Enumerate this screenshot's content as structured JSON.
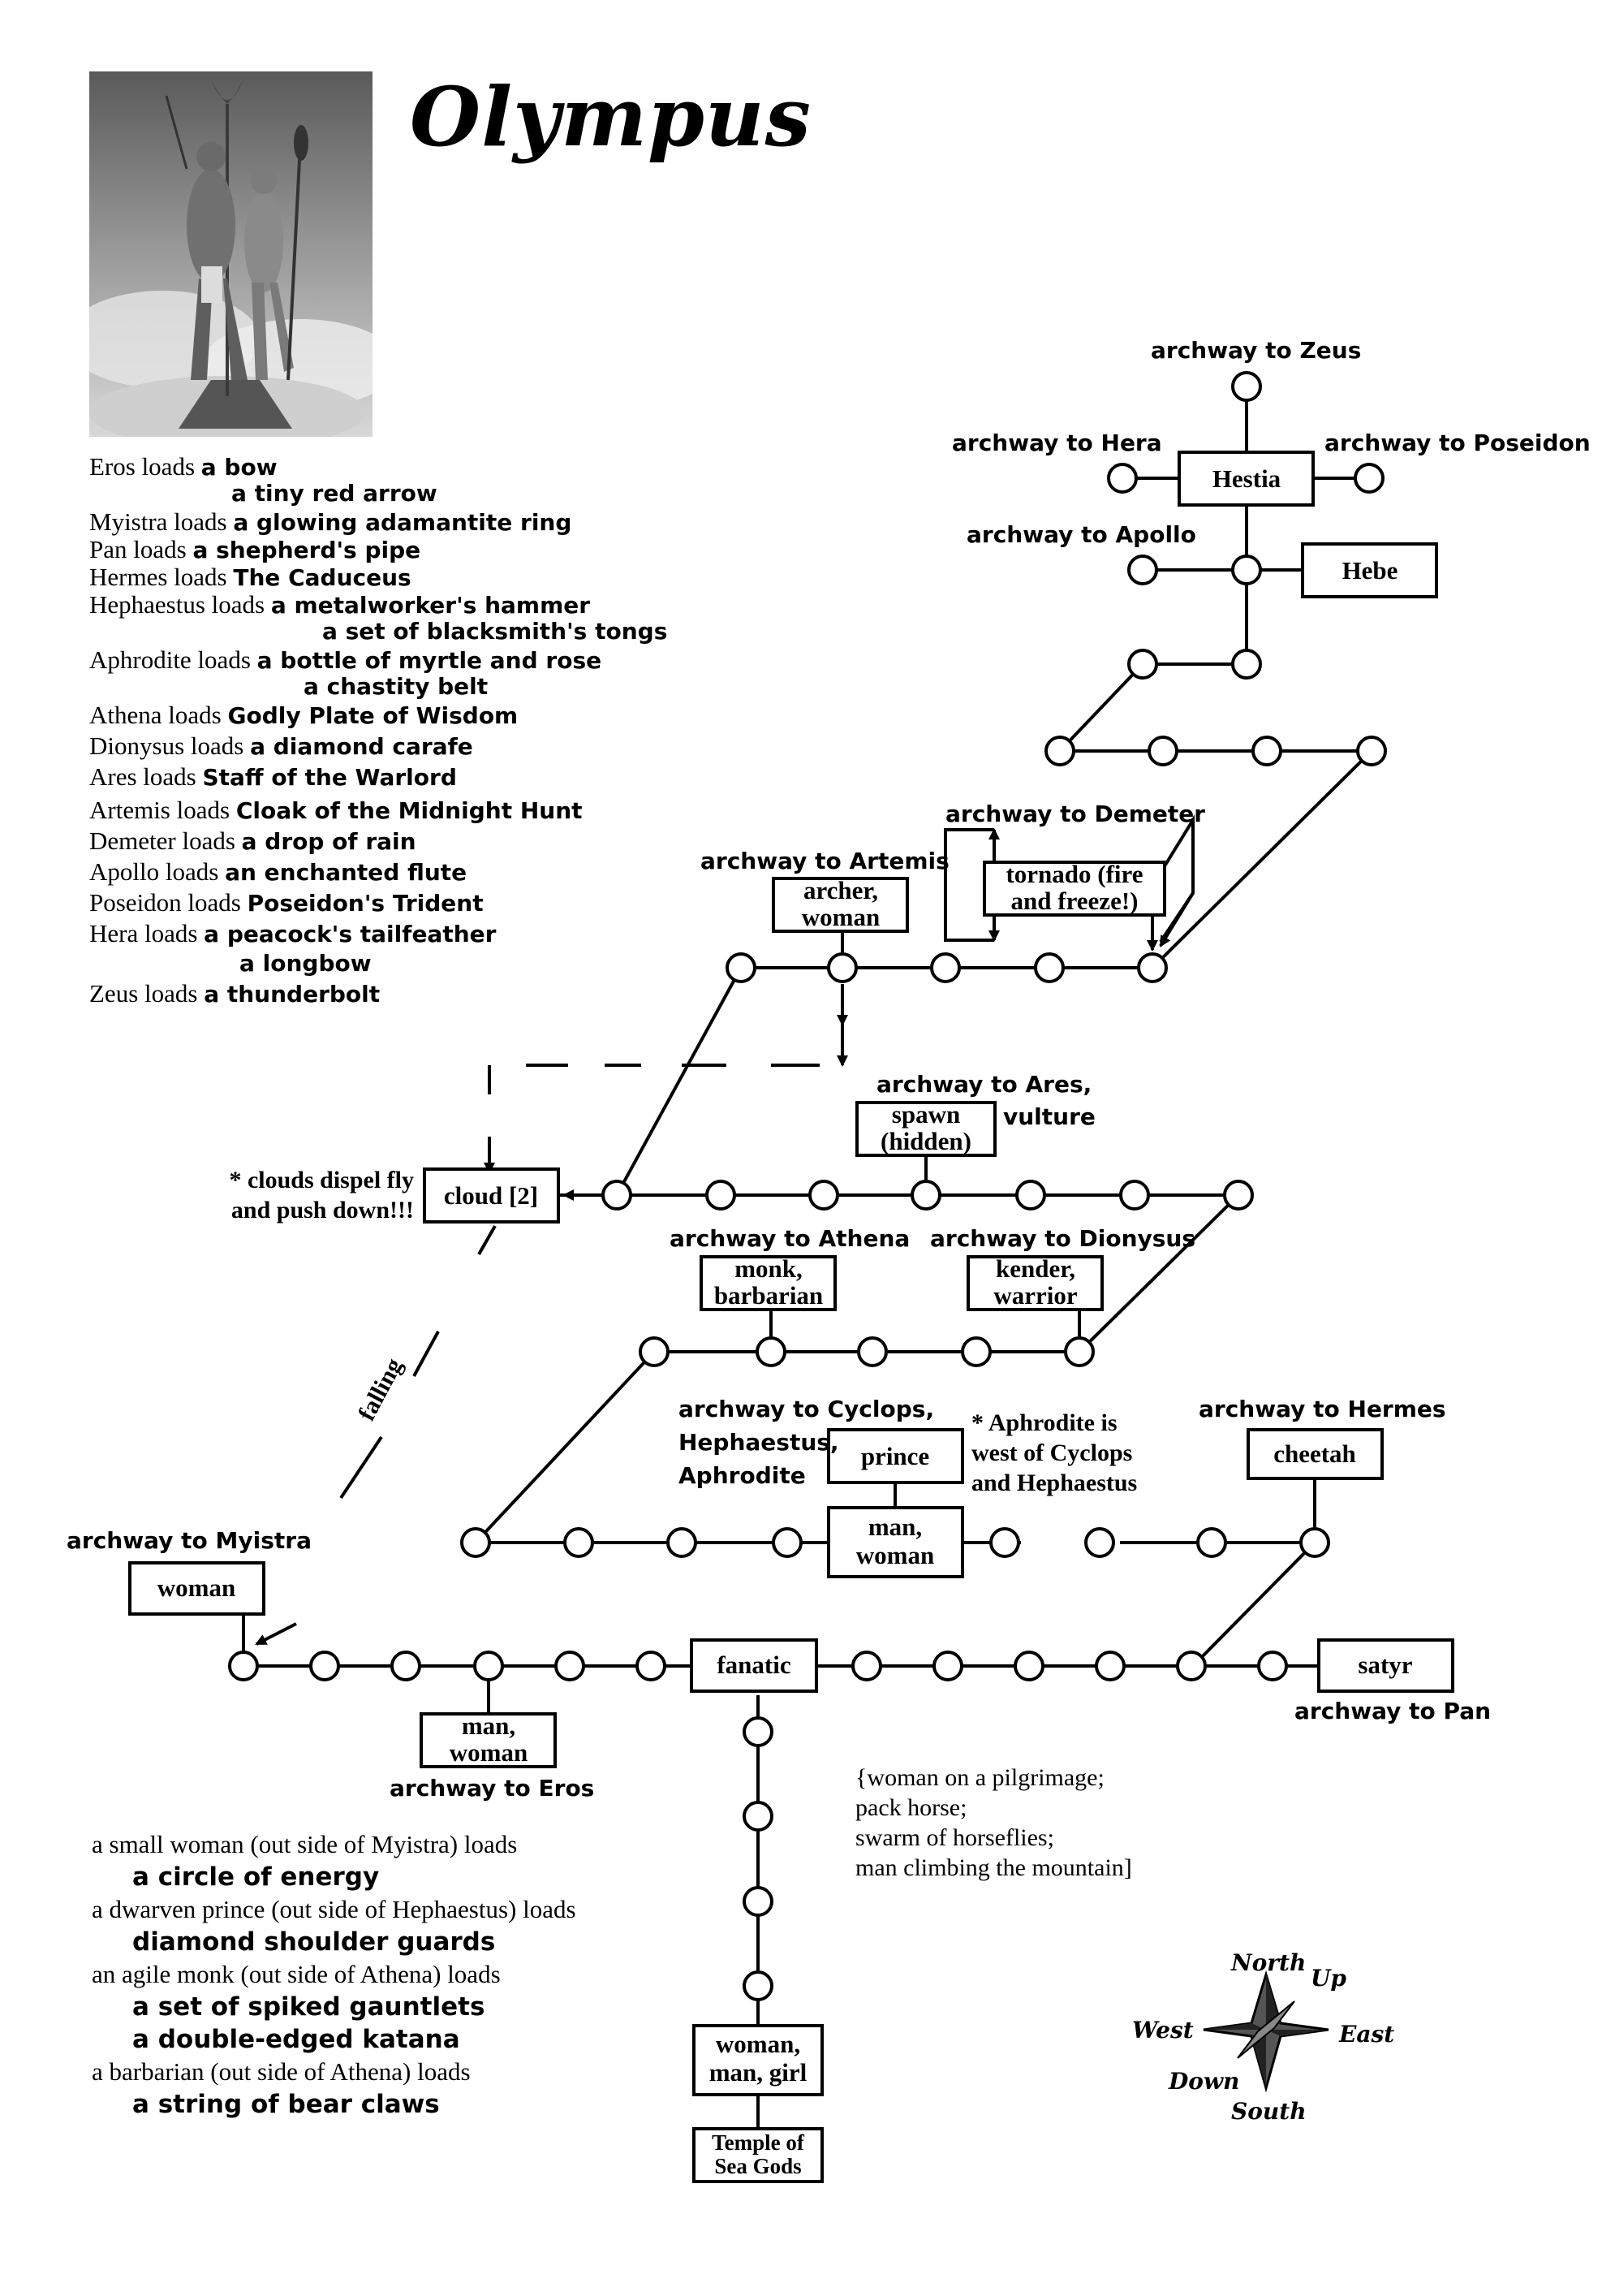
{
  "title": "Olympus",
  "loads": [
    {
      "who": "Eros loads",
      "items": [
        "a bow",
        "a tiny red arrow"
      ]
    },
    {
      "who": "Myistra loads",
      "items": [
        "a glowing adamantite ring"
      ]
    },
    {
      "who": "Pan loads",
      "items": [
        "a shepherd's pipe"
      ]
    },
    {
      "who": "Hermes loads",
      "items": [
        "The Caduceus"
      ]
    },
    {
      "who": "Hephaestus loads",
      "items": [
        "a metalworker's hammer",
        "a set of blacksmith's tongs"
      ]
    },
    {
      "who": "Aphrodite loads",
      "items": [
        "a bottle of myrtle and rose",
        "a chastity belt"
      ]
    },
    {
      "who": "Athena loads",
      "items": [
        "Godly Plate of Wisdom"
      ]
    },
    {
      "who": "Dionysus loads",
      "items": [
        "a diamond carafe"
      ]
    },
    {
      "who": "Ares loads",
      "items": [
        "Staff of the Warlord"
      ]
    },
    {
      "who": "Artemis loads",
      "items": [
        "Cloak of the Midnight Hunt"
      ]
    },
    {
      "who": "Demeter loads",
      "items": [
        "a drop of rain"
      ]
    },
    {
      "who": "Apollo loads",
      "items": [
        "an enchanted flute"
      ]
    },
    {
      "who": "Poseidon loads",
      "items": [
        "Poseidon's Trident"
      ]
    },
    {
      "who": "Hera loads",
      "items": [
        "a peacock's tailfeather",
        "a longbow"
      ]
    },
    {
      "who": "Zeus loads",
      "items": [
        "a thunderbolt"
      ]
    }
  ],
  "labels": {
    "zeus": "archway to Zeus",
    "hera": "archway to Hera",
    "poseidon": "archway to Poseidon",
    "apollo": "archway to Apollo",
    "demeter": "archway to Demeter",
    "artemis": "archway to Artemis",
    "ares_l1": "archway to Ares,",
    "ares_l2": "vulture",
    "athena": "archway to Athena",
    "dionysus": "archway to Dionysus",
    "cyclops_l1": "archway to Cyclops,",
    "cyclops_l2": "Hephaestus,",
    "cyclops_l3": "Aphrodite",
    "hermes": "archway to Hermes",
    "myistra": "archway to Myistra",
    "eros": "archway to Eros",
    "pan": "archway to Pan",
    "falling": "falling"
  },
  "notes": {
    "clouds_l1": "* clouds dispel fly",
    "clouds_l2": "and push down!!!",
    "aphro_l1": "* Aphrodite is",
    "aphro_l2": "west of Cyclops",
    "aphro_l3": "and Hephaestus",
    "pilg_l1": "{woman on a pilgrimage;",
    "pilg_l2": "pack horse;",
    "pilg_l3": "swarm of horseflies;",
    "pilg_l4": "man climbing the mountain]"
  },
  "boxes": {
    "hestia": "Hestia",
    "hebe": "Hebe",
    "archer_l1": "archer,",
    "archer_l2": "woman",
    "tornado_l1": "tornado (fire",
    "tornado_l2": "and freeze!)",
    "spawn_l1": "spawn",
    "spawn_l2": "(hidden)",
    "cloud": "cloud [2]",
    "monk_l1": "monk,",
    "monk_l2": "barbarian",
    "kender_l1": "kender,",
    "kender_l2": "warrior",
    "prince": "prince",
    "cheetah": "cheetah",
    "manwoman_l1": "man,",
    "manwoman_l2": "woman",
    "woman": "woman",
    "fanatic": "fanatic",
    "satyr": "satyr",
    "eros_l1": "man,",
    "eros_l2": "woman",
    "wmg_l1": "woman,",
    "wmg_l2": "man, girl",
    "temple_l1": "Temple of",
    "temple_l2": "Sea Gods"
  },
  "compass": {
    "north": "North",
    "south": "South",
    "east": "East",
    "west": "West",
    "up": "Up",
    "down": "Down"
  },
  "bottom_loads": [
    {
      "who": "a small woman (out side of Myistra) loads",
      "items": [
        "a circle of energy"
      ]
    },
    {
      "who": "a dwarven prince (out side of Hephaestus) loads",
      "items": [
        "diamond shoulder guards"
      ]
    },
    {
      "who": "an agile monk (out side of Athena) loads",
      "items": [
        "a set of spiked gauntlets",
        "a double-edged katana"
      ]
    },
    {
      "who": "a barbarian (out side of Athena) loads",
      "items": [
        "a string of bear claws"
      ]
    }
  ]
}
